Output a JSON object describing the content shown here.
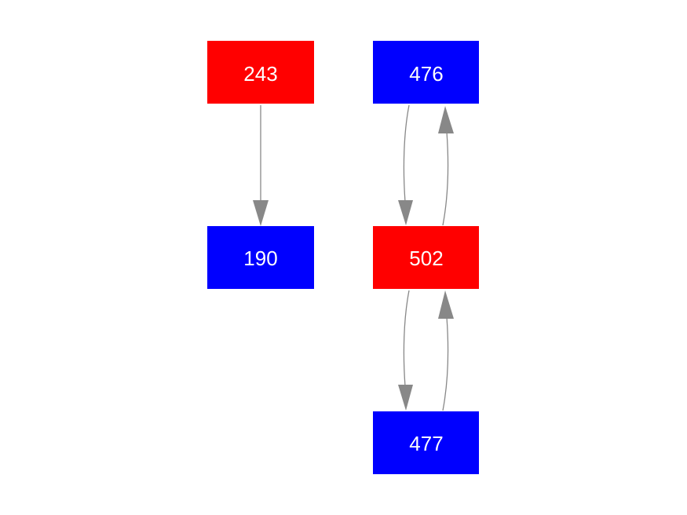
{
  "colors": {
    "red": "#ff0000",
    "blue": "#0000ff",
    "edge": "#888888",
    "label": "#ffffff"
  },
  "nodes": [
    {
      "id": "243",
      "label": "243",
      "color": "red"
    },
    {
      "id": "190",
      "label": "190",
      "color": "blue"
    },
    {
      "id": "476",
      "label": "476",
      "color": "blue"
    },
    {
      "id": "502",
      "label": "502",
      "color": "red"
    },
    {
      "id": "477",
      "label": "477",
      "color": "blue"
    }
  ],
  "edges": [
    {
      "from": "243",
      "to": "190"
    },
    {
      "from": "476",
      "to": "502"
    },
    {
      "from": "502",
      "to": "476"
    },
    {
      "from": "502",
      "to": "477"
    },
    {
      "from": "477",
      "to": "502"
    }
  ]
}
